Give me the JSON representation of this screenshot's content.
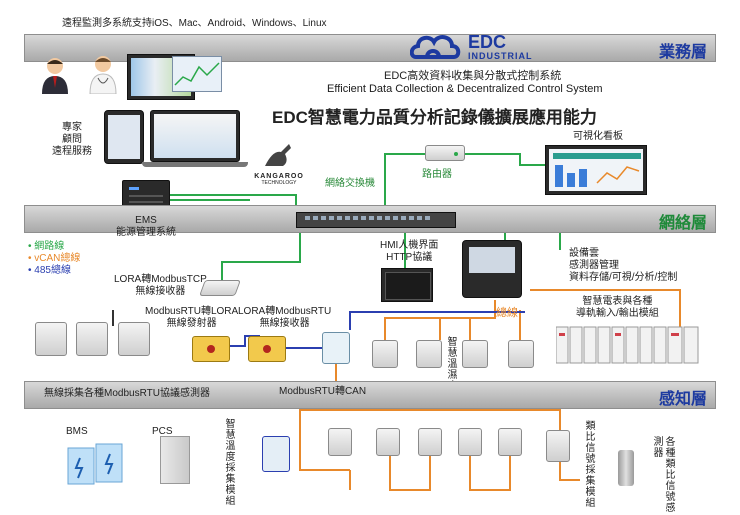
{
  "header": {
    "platform_note": "遠程監測多系統支持iOS、Mac、Android、Windows、Linux",
    "logo_edc": "EDC",
    "logo_industrial": "INDUSTRIAL",
    "system_cn": "EDC高效資料收集與分散式控制系統",
    "system_en": "Efficient Data Collection & Decentralized Control System",
    "main_title": "EDC智慧電力品質分析記錄儀擴展應用能力"
  },
  "layers": {
    "business": "業務層",
    "network": "網絡層",
    "sensing": "感知層"
  },
  "legend": [
    {
      "label": "網路線",
      "color": "#2aa84a"
    },
    {
      "label": "vCAN總線",
      "color": "#e8892b"
    },
    {
      "label": "485總線",
      "color": "#2b3fb0"
    }
  ],
  "labels": {
    "expert": "專家\n顧問\n遠程服務",
    "kangaroo_brand": "KANGAROO",
    "kangaroo_sub": "TECHNOLOGY",
    "dashboard": "可視化看板",
    "router": "路由器",
    "switch": "網絡交換機",
    "ems": "EMS\n能源管理系統",
    "hmi": "HMI人機界面\nHTTP協議",
    "cloud_title": "設備雲",
    "cloud_sensor": "感測器管理",
    "cloud_data": "資料存儲/可視/分析/控制",
    "lora_tcp": "LORA轉ModbusTCP\n無線接收器",
    "rtu_lora_tx": "ModbusRTU轉LORA\n無線發射器",
    "lora_rtu_rx": "LORA轉ModbusRTU\n無線接收器",
    "smart_meter": "智慧電表與各種\n導軌輸入/輸出模組",
    "bus": "總線",
    "temp_hum_meter": "智慧溫濕度計",
    "wireless_sensors": "無線採集各種ModbusRTU協議感測器",
    "rtu_can": "ModbusRTU轉CAN",
    "bms": "BMS",
    "pcs": "PCS",
    "temp_module": "智慧溫度採集模組",
    "analog_module": "類比信號採集模組",
    "analog_sensor": "各種類比信號感測器"
  }
}
